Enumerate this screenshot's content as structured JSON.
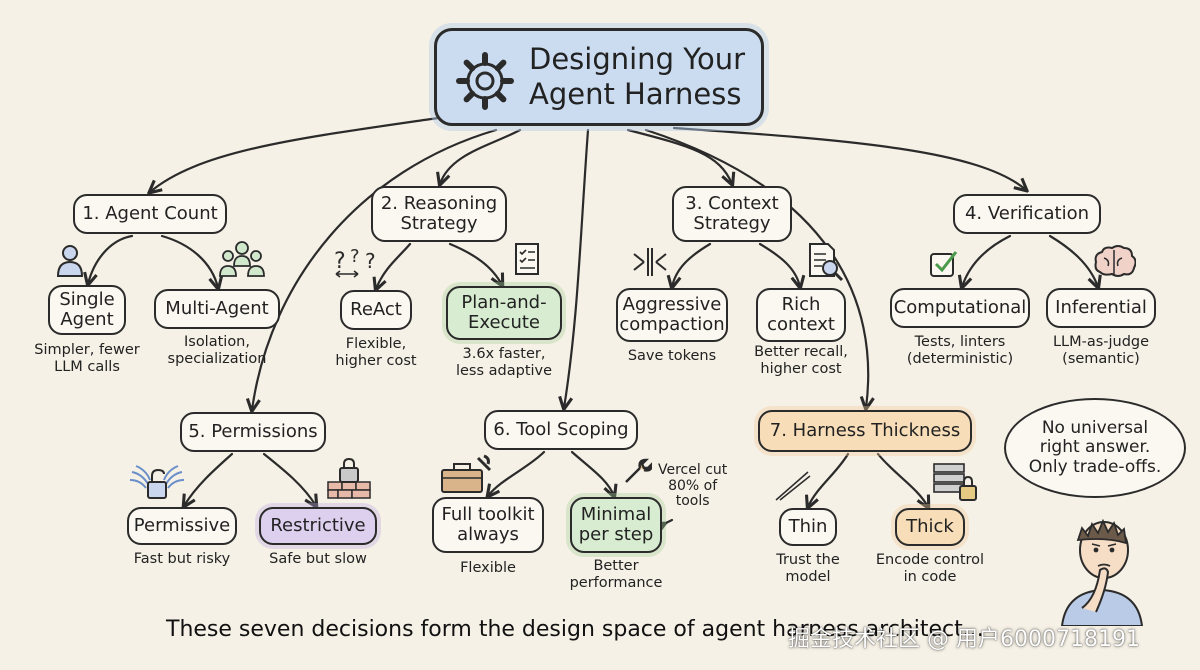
{
  "title": "Designing Your\nAgent Harness",
  "decisions": [
    {
      "label": "1. Agent Count",
      "options": [
        {
          "label": "Single\nAgent",
          "caption": "Simpler, fewer\nLLM calls"
        },
        {
          "label": "Multi-Agent",
          "caption": "Isolation,\nspecialization"
        }
      ]
    },
    {
      "label": "2. Reasoning\nStrategy",
      "options": [
        {
          "label": "ReAct",
          "caption": "Flexible,\nhigher cost"
        },
        {
          "label": "Plan-and-\nExecute",
          "caption": "3.6x faster,\nless adaptive"
        }
      ]
    },
    {
      "label": "3. Context\nStrategy",
      "options": [
        {
          "label": "Aggressive\ncompaction",
          "caption": "Save tokens"
        },
        {
          "label": "Rich\ncontext",
          "caption": "Better recall,\nhigher cost"
        }
      ]
    },
    {
      "label": "4. Verification",
      "options": [
        {
          "label": "Computational",
          "caption": "Tests, linters\n(deterministic)"
        },
        {
          "label": "Inferential",
          "caption": "LLM-as-judge\n(semantic)"
        }
      ]
    },
    {
      "label": "5. Permissions",
      "options": [
        {
          "label": "Permissive",
          "caption": "Fast but risky"
        },
        {
          "label": "Restrictive",
          "caption": "Safe but slow"
        }
      ]
    },
    {
      "label": "6. Tool Scoping",
      "options": [
        {
          "label": "Full toolkit\nalways",
          "caption": "Flexible"
        },
        {
          "label": "Minimal\nper step",
          "caption": "Better\nperformance"
        }
      ]
    },
    {
      "label": "7. Harness Thickness",
      "options": [
        {
          "label": "Thin",
          "caption": "Trust the\nmodel"
        },
        {
          "label": "Thick",
          "caption": "Encode control\nin code"
        }
      ]
    }
  ],
  "note": "Vercel cut\n80% of\ntools",
  "speech_bubble": "No universal\nright answer.\nOnly trade-offs.",
  "footer": "These seven decisions form the design space of agent harness architect...",
  "watermark": "掘金技术社区 @ 用户6000718191",
  "icons": [
    "gear-icon",
    "user-icon",
    "users-icon",
    "question-marks-icon",
    "checklist-scroll-icon",
    "compress-arrows-icon",
    "document-search-icon",
    "checkbox-icon",
    "brain-icon",
    "unlocked-wings-icon",
    "lock-wall-icon",
    "toolbox-icon",
    "wrench-icon",
    "thin-lines-icon",
    "server-lock-icon",
    "thinking-person-icon"
  ],
  "colors": {
    "title_fill": "#cbdcf1",
    "plan_execute_fill": "#d7ecd0",
    "restrictive_fill": "#ddd0ef",
    "harness_thickness_fill": "#f7ddb8",
    "thick_fill": "#f7ddb8",
    "minimal_fill": "#d7ecd0",
    "background": "#f6f1e6"
  }
}
